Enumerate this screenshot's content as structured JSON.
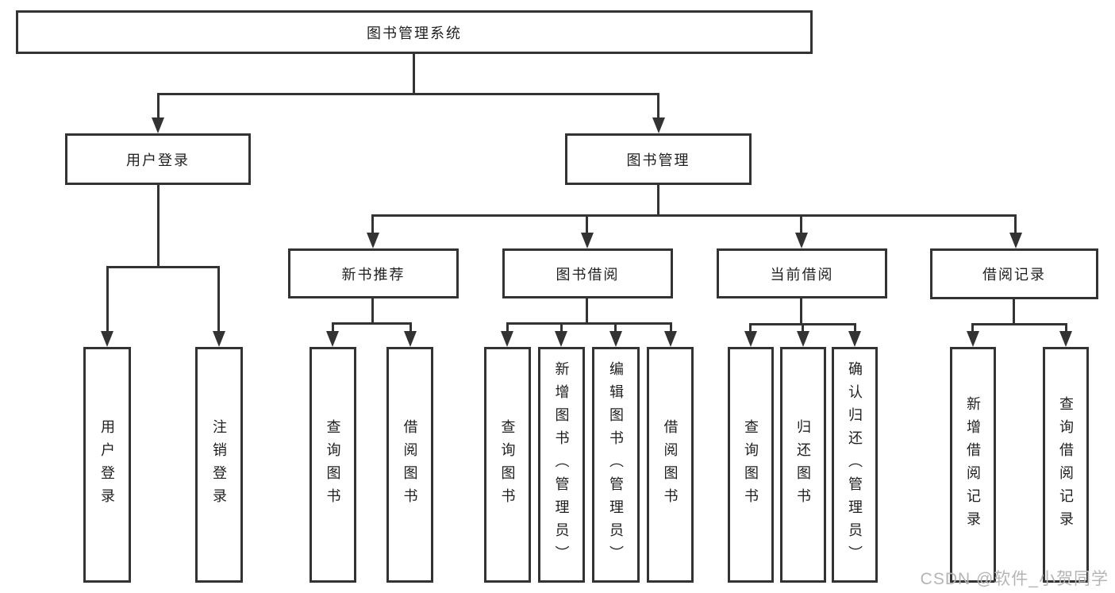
{
  "colors": {
    "line": "#333333",
    "text": "#1f1f1f",
    "watermark": "#b5b5b5",
    "background": "#ffffff"
  },
  "watermark": "CSDN @软件_小贺同学",
  "diagram": {
    "type": "hierarchy-tree",
    "root": "图书管理系统",
    "branches": [
      {
        "label": "用户登录",
        "leaves": [
          "用户登录",
          "注销登录"
        ]
      },
      {
        "label": "图书管理",
        "sections": [
          {
            "label": "新书推荐",
            "leaves": [
              "查询图书",
              "借阅图书"
            ]
          },
          {
            "label": "图书借阅",
            "leaves": [
              "查询图书",
              "新增图书（管理员）",
              "编辑图书（管理员）",
              "借阅图书"
            ]
          },
          {
            "label": "当前借阅",
            "leaves": [
              "查询图书",
              "归还图书",
              "确认归还（管理员）"
            ]
          },
          {
            "label": "借阅记录",
            "leaves": [
              "新增借阅记录",
              "查询借阅记录"
            ]
          }
        ]
      }
    ]
  }
}
